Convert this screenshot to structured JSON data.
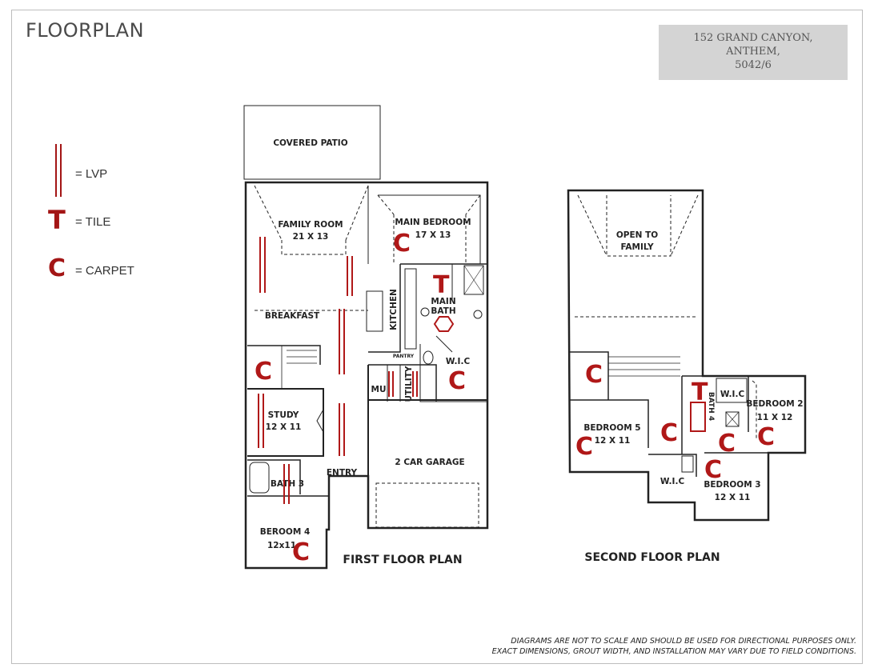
{
  "header": {
    "title": "FLOORPLAN",
    "address_line1": "152 GRAND CANYON,",
    "address_line2": "ANTHEM,",
    "address_line3": "5042/6"
  },
  "legend": {
    "lvp_label": "= LVP",
    "tile_symbol": "T",
    "tile_label": "= TILE",
    "carpet_symbol": "C",
    "carpet_label": "= CARPET"
  },
  "colors": {
    "accent": "#a31515",
    "address_bg": "#d4d4d4",
    "wall": "#222222"
  },
  "first_floor": {
    "title": "FIRST FLOOR PLAN",
    "rooms": {
      "covered_patio": "COVERED PATIO",
      "family_room": "FAMILY ROOM",
      "family_room_size": "21 X 13",
      "main_bedroom": "MAIN BEDROOM",
      "main_bedroom_size": "17 X 13",
      "breakfast": "BREAKFAST",
      "kitchen": "KITCHEN",
      "main_bath_1": "MAIN",
      "main_bath_2": "BATH",
      "pantry": "PANTRY",
      "wic": "W.I.C",
      "mud": "MU",
      "utility": "UTILITY",
      "study": "STUDY",
      "study_size": "12 X 11",
      "garage": "2 CAR GARAGE",
      "entry": "ENTRY",
      "bath3": "BATH 3",
      "bedroom4": "BEROOM 4",
      "bedroom4_size": "12x11"
    }
  },
  "second_floor": {
    "title": "SECOND FLOOR PLAN",
    "rooms": {
      "open_to_family_1": "OPEN TO",
      "open_to_family_2": "FAMILY",
      "bedroom5": "BEDROOM 5",
      "bedroom5_size": "12 X 11",
      "bath4": "BATH 4",
      "wic_upper": "W.I.C",
      "bedroom2": "BEDROOM 2",
      "bedroom2_size": "11 X 12",
      "wic_lower": "W.I.C",
      "bedroom3": "BEDROOM 3",
      "bedroom3_size": "12 X 11"
    }
  },
  "disclaimer": {
    "line1": "DIAGRAMS ARE NOT TO SCALE AND SHOULD BE USED FOR DIRECTIONAL PURPOSES ONLY.",
    "line2": "EXACT DIMENSIONS, GROUT WIDTH, AND INSTALLATION MAY VARY DUE TO FIELD CONDITIONS."
  }
}
